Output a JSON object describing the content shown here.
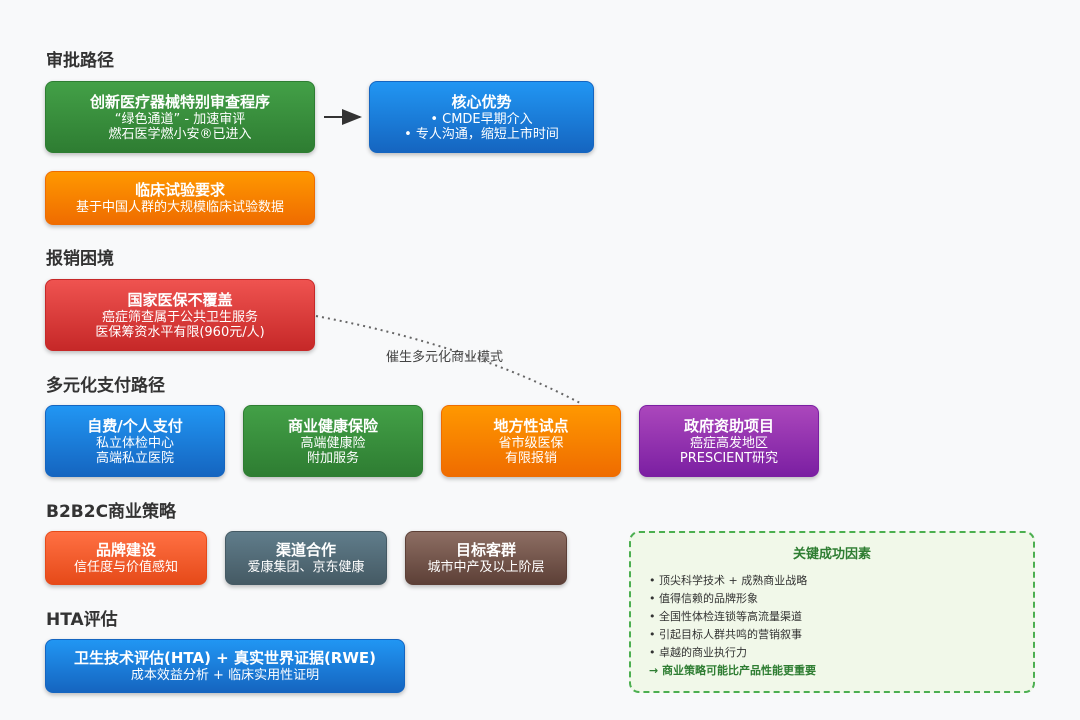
{
  "sections": {
    "approval": "审批路径",
    "reimbursement": "报销困境",
    "payment": "多元化支付路径",
    "b2b2c": "B2B2C商业策略",
    "hta": "HTA评估"
  },
  "approval": {
    "green_channel": {
      "title": "创新医疗器械特别审查程序",
      "lines": [
        "“绿色通道” - 加速审评",
        "燃石医学燃小安®已进入"
      ]
    },
    "core_advantage": {
      "title": "核心优势",
      "lines": [
        "• CMDE早期介入",
        "• 专人沟通，缩短上市时间"
      ]
    },
    "clinical_trial": {
      "title": "临床试验要求",
      "lines": [
        "基于中国人群的大规模临床试验数据"
      ]
    }
  },
  "reimbursement": {
    "no_coverage": {
      "title": "国家医保不覆盖",
      "lines": [
        "癌症筛查属于公共卫生服务",
        "医保筹资水平有限(960元/人)"
      ]
    },
    "arrow_label": "催生多元化商业模式"
  },
  "payment": {
    "items": [
      {
        "title": "自费/个人支付",
        "lines": [
          "私立体检中心",
          "高端私立医院"
        ],
        "color": "#1976d2"
      },
      {
        "title": "商业健康保险",
        "lines": [
          "高端健康险",
          "附加服务"
        ],
        "color": "#388e3c"
      },
      {
        "title": "地方性试点",
        "lines": [
          "省市级医保",
          "有限报销"
        ],
        "color": "#f57c00"
      },
      {
        "title": "政府资助项目",
        "lines": [
          "癌症高发地区",
          "PRESCIENT研究"
        ],
        "color": "#8e24aa"
      }
    ]
  },
  "b2b2c": {
    "items": [
      {
        "title": "品牌建设",
        "line": "信任度与价值感知",
        "color": "#f4511e"
      },
      {
        "title": "渠道合作",
        "line": "爱康集团、京东健康",
        "color": "#546e7a"
      },
      {
        "title": "目标客群",
        "line": "城市中产及以上阶层",
        "color": "#6d4c41"
      }
    ]
  },
  "hta": {
    "title": "卫生技术评估(HTA) + 真实世界证据(RWE)",
    "line": "成本效益分析 + 临床实用性证明"
  },
  "key_factors": {
    "title": "关键成功因素",
    "items": [
      "• 顶尖科学技术 + 成熟商业战略",
      "• 值得信赖的品牌形象",
      "• 全国性体检连锁等高流量渠道",
      "• 引起目标人群共鸣的营销叙事",
      "• 卓越的商业执行力"
    ],
    "conclusion": "→ 商业策略可能比产品性能更重要"
  }
}
